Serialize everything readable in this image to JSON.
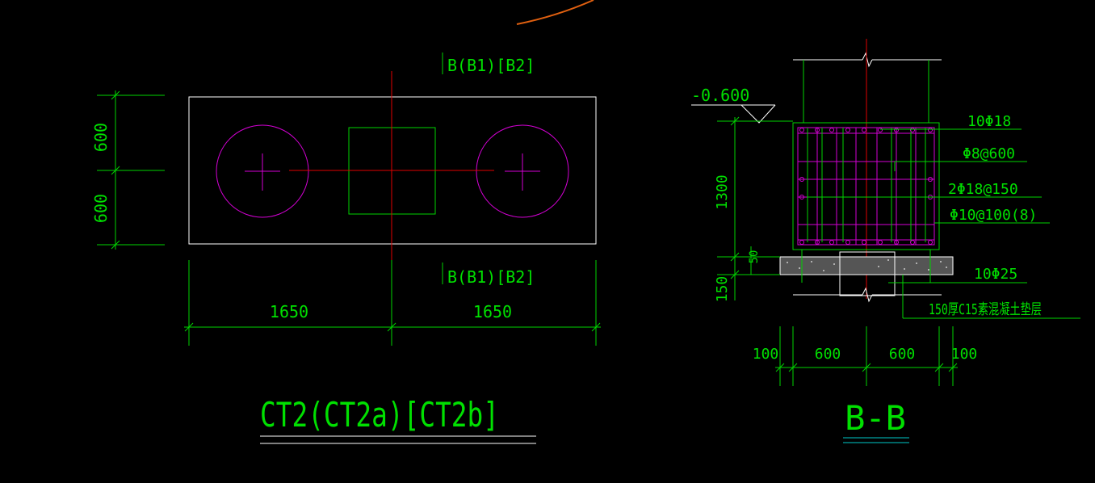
{
  "plan": {
    "section_mark_top": "B(B1)[B2]",
    "section_mark_bottom": "B(B1)[B2]",
    "dim_left_upper": "600",
    "dim_left_lower": "600",
    "dim_bottom_left": "1650",
    "dim_bottom_right": "1650",
    "title": "CT2(CT2a)[CT2b]"
  },
  "section": {
    "elevation": "-0.600",
    "dim_height": "1300",
    "dim_small": "50",
    "dim_pad": "150",
    "callout_1": "10Φ18",
    "callout_2": "Φ8@600",
    "callout_3": "2Φ18@150",
    "callout_4": "Φ10@100(8)",
    "callout_5": "10Φ25",
    "callout_6": "150厚C15素混凝土垫层",
    "dim_b1": "100",
    "dim_b2": "600",
    "dim_b3": "600",
    "dim_b4": "100",
    "title": "B-B"
  },
  "colors": {
    "background": "#000000",
    "dimension": "#00d400",
    "outline": "#ffffff",
    "rebar": "#d400d4",
    "centerline": "#e00000",
    "title_underline": "#00c8c8"
  }
}
